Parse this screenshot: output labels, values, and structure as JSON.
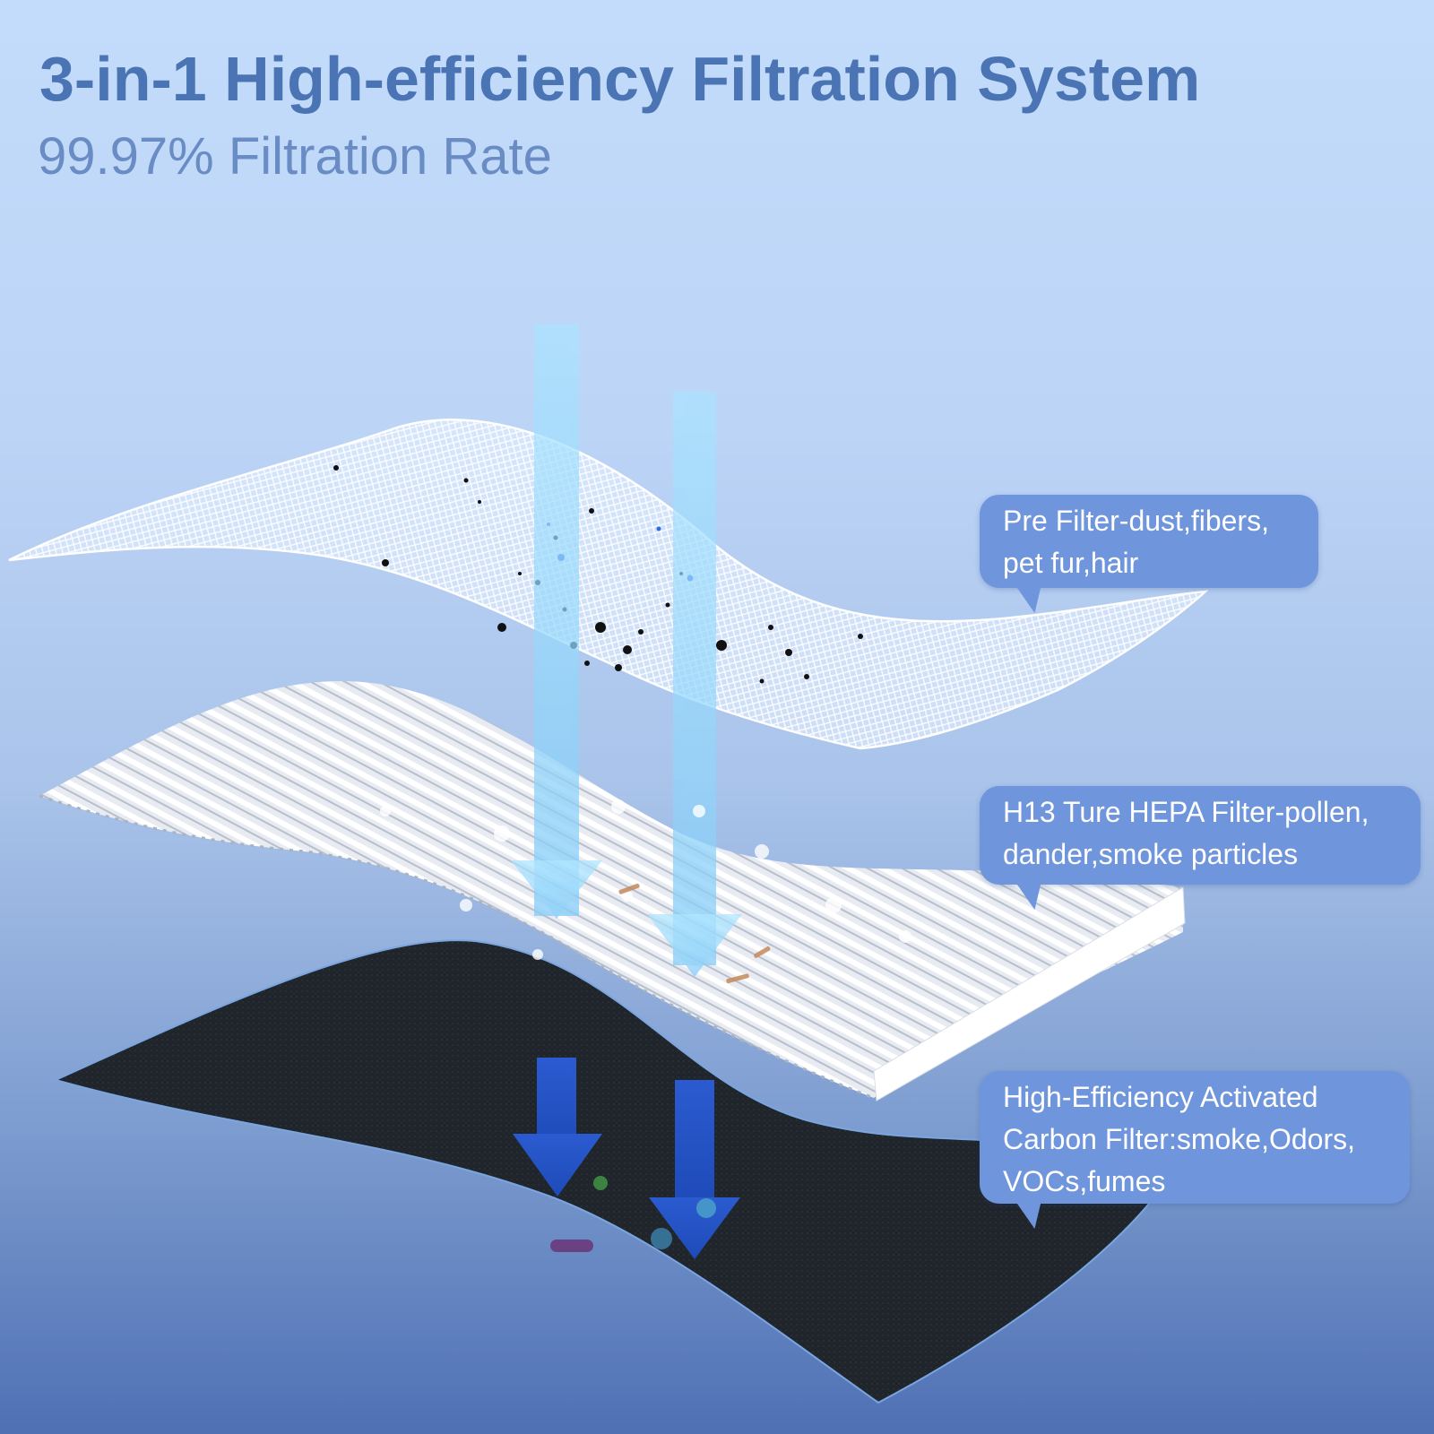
{
  "header": {
    "title": "3-in-1 High-efficiency Filtration System",
    "subtitle": "99.97% Filtration Rate"
  },
  "callouts": [
    {
      "lines": [
        "Pre Filter-dust,fibers,",
        "pet fur,hair"
      ]
    },
    {
      "lines": [
        "H13 Ture HEPA Filter-pollen,",
        "dander,smoke particles"
      ]
    },
    {
      "lines": [
        "High-Efficiency Activated",
        "Carbon Filter:smoke,Odors,",
        "VOCs,fumes"
      ]
    }
  ],
  "colors": {
    "title": "#4b74b4",
    "subtitle": "#6a8cc4",
    "callout_bg": "#6f95dc",
    "arrow_light": "#9fdcff",
    "arrow_dark": "#2450c0",
    "carbon": "#1f2328"
  },
  "icons": {
    "arrows": "down-arrow-icon",
    "layers": [
      "pre-filter-mesh",
      "hepa-pleated-filter",
      "carbon-filter-sheet"
    ]
  }
}
